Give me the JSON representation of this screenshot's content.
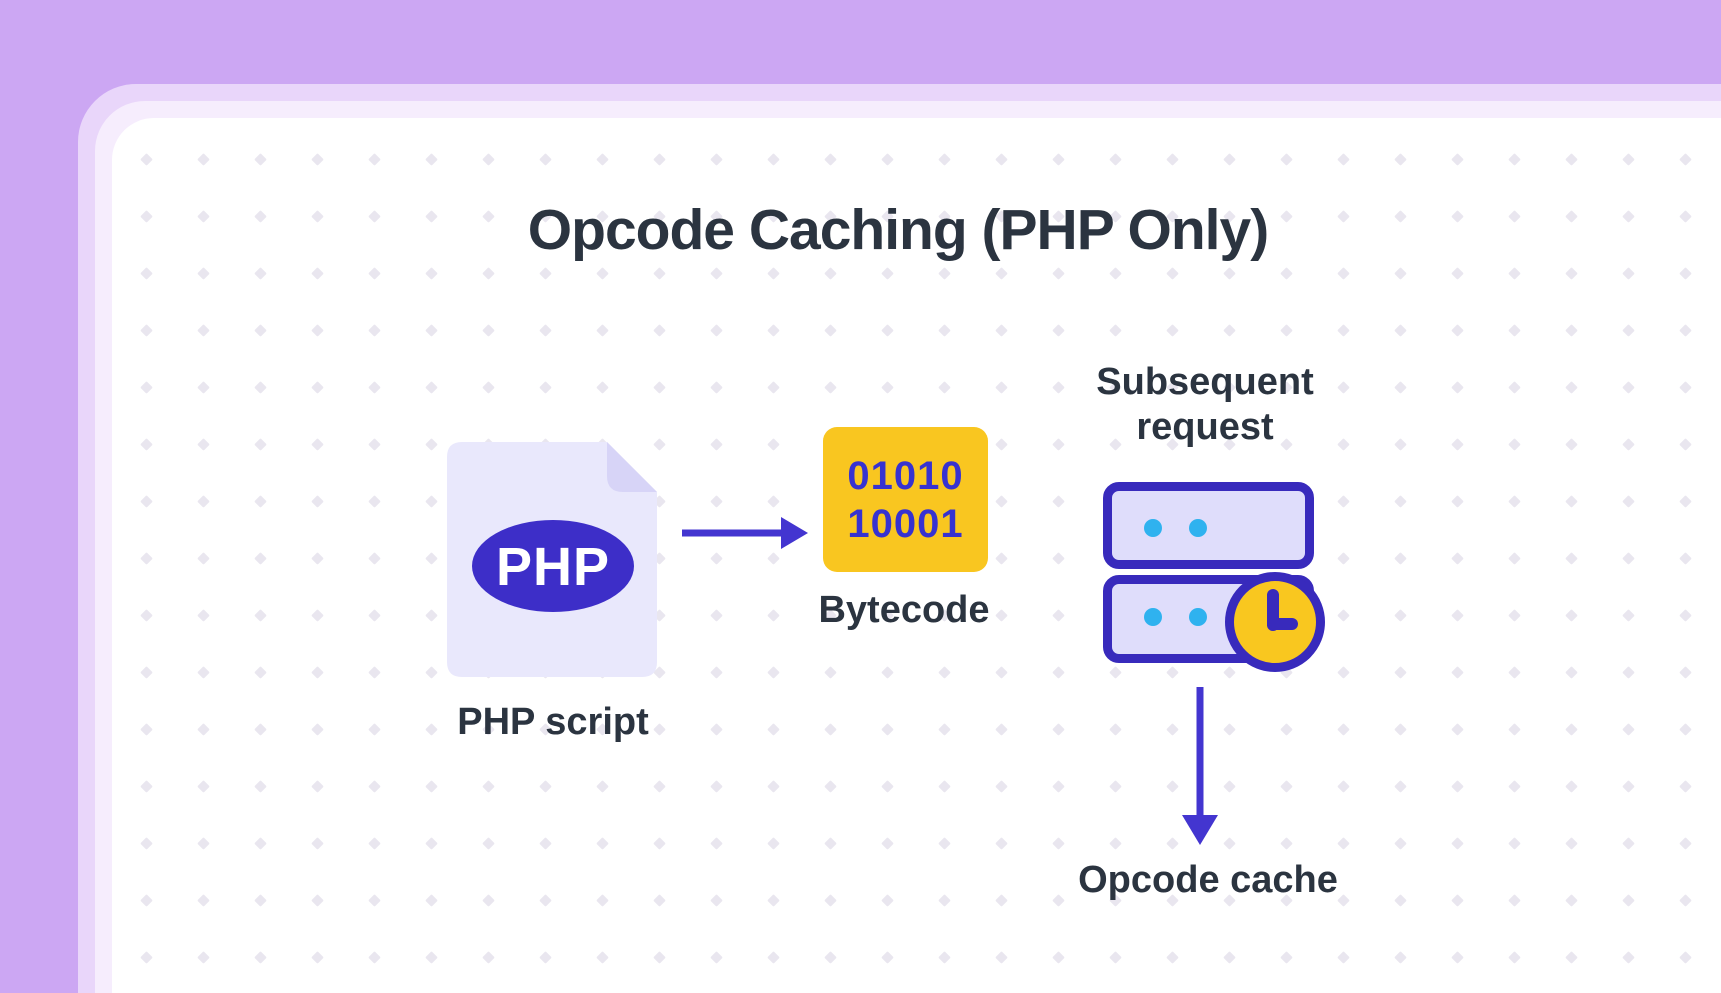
{
  "colors": {
    "background_purple": "#cca7f3",
    "card_ring_outer": "#e9d6fa",
    "card_ring_inner": "#f6edfd",
    "card_white": "#ffffff",
    "dot_grid": "#e9e6ef",
    "heading_text": "#2b3440",
    "arrow_indigo": "#4335d0",
    "border_indigo": "#382abc",
    "php_badge_indigo": "#3d2ec8",
    "binary_text_indigo": "#3732d0",
    "document_fill": "#e9e8fc",
    "document_fold": "#d7d4f7",
    "bytecode_yellow": "#f9c620",
    "clock_yellow": "#f9c71f",
    "server_fill": "#dfddfb",
    "server_led_cyan": "#2fb2ef",
    "php_badge_text": "#ffffff"
  },
  "icons": {
    "php_document": "document-with-folded-corner-shape",
    "arrow_right": "right-pointing-arrow-shape",
    "server_stack": "two-stacked-server-racks-shape",
    "clock": "circle-clock-face-shape",
    "arrow_down": "down-pointing-arrow-shape"
  },
  "diagram": {
    "title": "Opcode Caching (PHP Only)",
    "php_script": {
      "badge": "PHP",
      "label": "PHP script"
    },
    "bytecode": {
      "binary_line1": "01010",
      "binary_line2": "10001",
      "label": "Bytecode"
    },
    "subsequent_request": {
      "label_line1": "Subsequent",
      "label_line2": "request"
    },
    "opcode_cache": {
      "label": "Opcode cache"
    }
  }
}
